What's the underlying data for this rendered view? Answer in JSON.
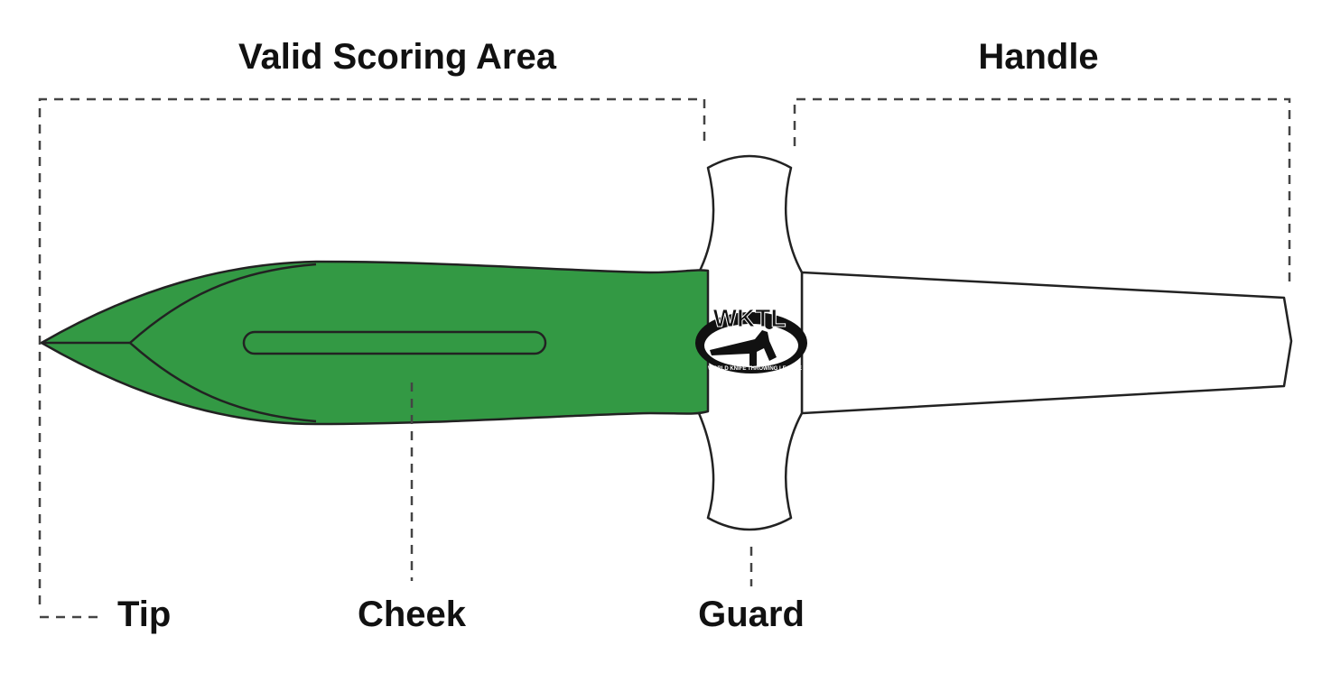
{
  "labels": {
    "valid_scoring_area": "Valid Scoring Area",
    "handle": "Handle",
    "tip": "Tip",
    "cheek": "Cheek",
    "guard": "Guard"
  },
  "logo": {
    "acronym": "WKTL",
    "full_name": "WORLD KNIFE THROWING LEAGUE"
  },
  "colors": {
    "scoring_area": "#339944",
    "outline": "#222222",
    "handle_fill": "#ffffff"
  }
}
